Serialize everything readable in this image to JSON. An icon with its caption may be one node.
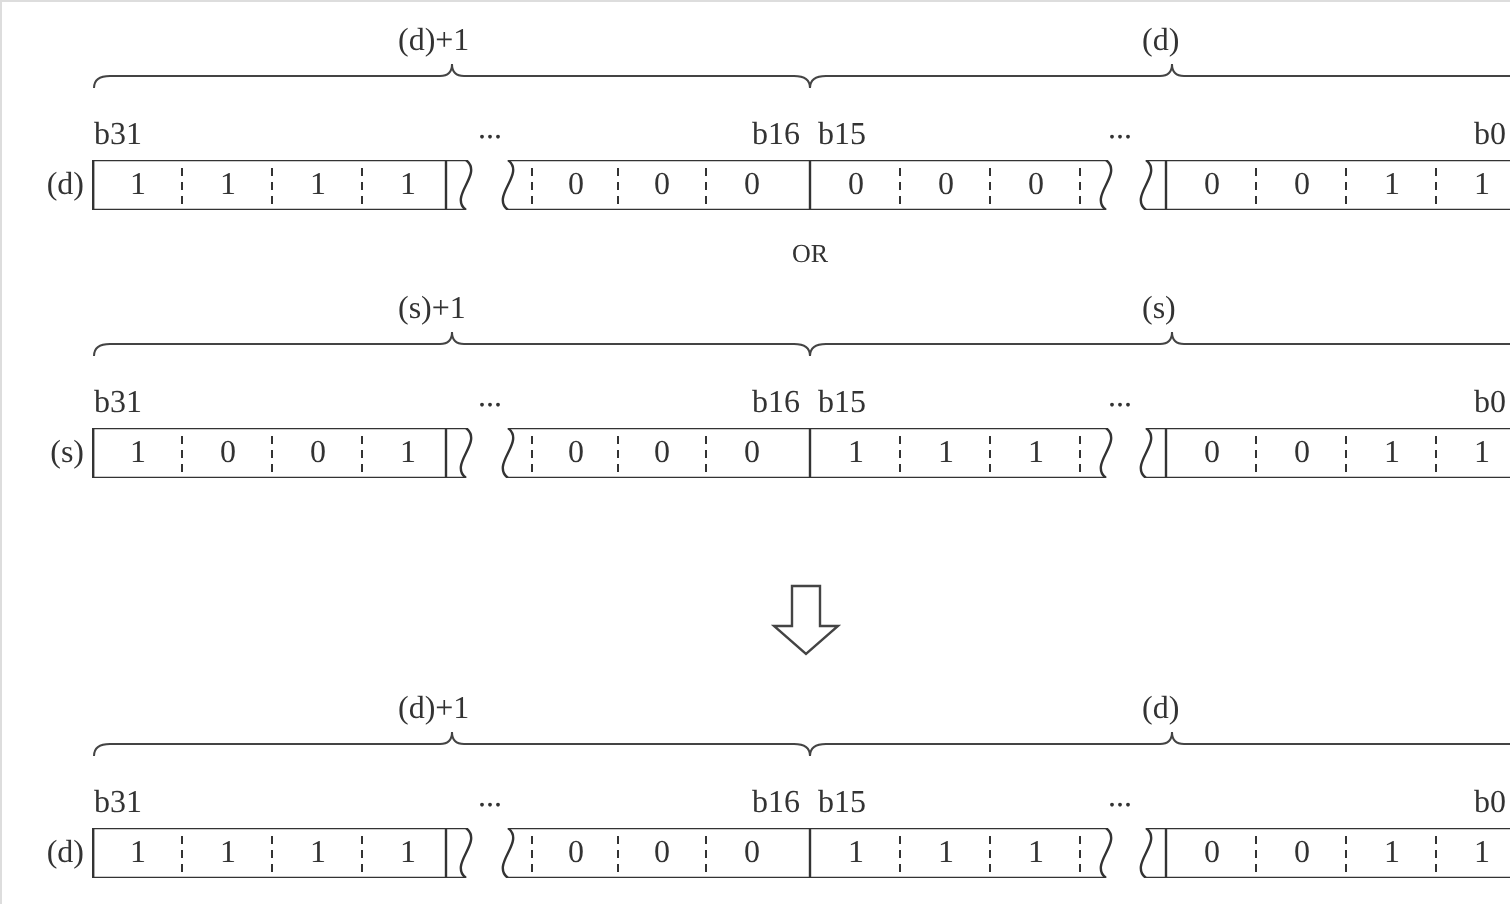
{
  "diagram": {
    "nodes": [
      {
        "text": [
          "1",
          "1",
          "1",
          "1",
          "0",
          "0",
          "0",
          "0",
          "0",
          "0",
          "0",
          "0",
          "1",
          "1"
        ],
        "beside": [
          "(d)"
        ]
      },
      {
        "text": [
          "1",
          "0",
          "0",
          "1",
          "0",
          "0",
          "0",
          "1",
          "1",
          "1",
          "0",
          "0",
          "1",
          "1"
        ],
        "beside": [
          "(s)"
        ]
      },
      {
        "text": [
          "1",
          "1",
          "1",
          "1",
          "0",
          "0",
          "0",
          "1",
          "1",
          "1",
          "0",
          "0",
          "1",
          "1"
        ],
        "beside": [
          "(d)"
        ]
      }
    ],
    "labels": [
      "(d)+1",
      "(d)",
      "b31",
      "...",
      "b16",
      "b15",
      "...",
      "b0",
      "OR",
      "(s)+1",
      "(s)",
      "b31",
      "...",
      "b16",
      "b15",
      "...",
      "b0",
      "(d)+1",
      "(d)",
      "b31",
      "...",
      "b16",
      "b15",
      "...",
      "b0"
    ]
  }
}
